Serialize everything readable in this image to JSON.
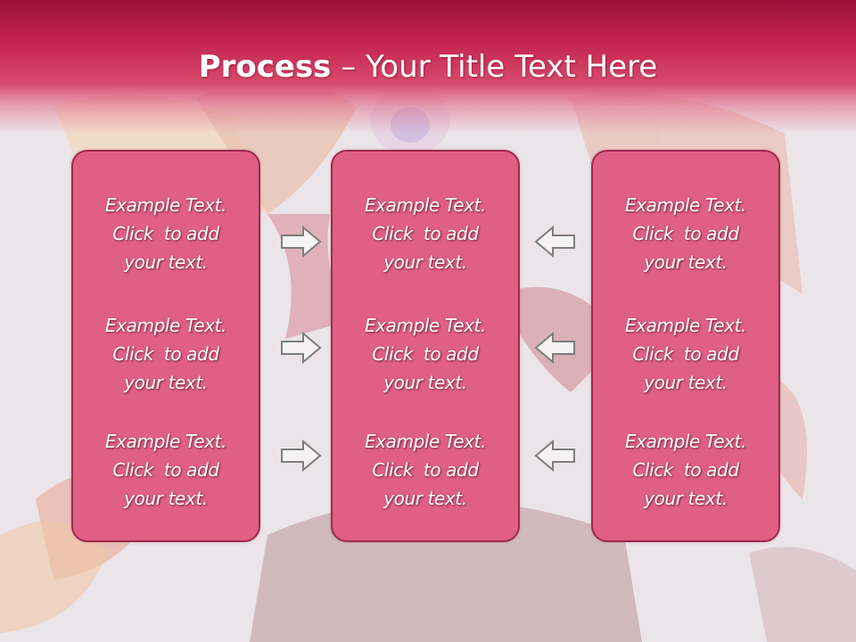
{
  "slide": {
    "title_bold": "Process",
    "title_rest": " – Your Title Text Here"
  },
  "columns": [
    {
      "items": [
        {
          "lines": [
            "Example Text.",
            "Click  to add",
            "your text."
          ]
        },
        {
          "lines": [
            "Example Text.",
            "Click  to add",
            "your text."
          ]
        },
        {
          "lines": [
            "Example Text.",
            "Click  to add",
            "your text."
          ]
        }
      ]
    },
    {
      "items": [
        {
          "lines": [
            "Example Text.",
            "Click  to add",
            "your text."
          ]
        },
        {
          "lines": [
            "Example Text.",
            "Click  to add",
            "your text."
          ]
        },
        {
          "lines": [
            "Example Text.",
            "Click  to add",
            "your text."
          ]
        }
      ]
    },
    {
      "items": [
        {
          "lines": [
            "Example Text.",
            "Click  to add",
            "your text."
          ]
        },
        {
          "lines": [
            "Example Text.",
            "Click  to add",
            "your text."
          ]
        },
        {
          "lines": [
            "Example Text.",
            "Click  to add",
            "your text."
          ]
        }
      ]
    }
  ],
  "arrows": {
    "left_group": "right-arrow-icon",
    "right_group": "left-arrow-icon"
  },
  "colors": {
    "title_bar": "#c3234f",
    "box_fill": "#e05f84",
    "box_border": "#a0294c",
    "text": "#ffffff"
  }
}
